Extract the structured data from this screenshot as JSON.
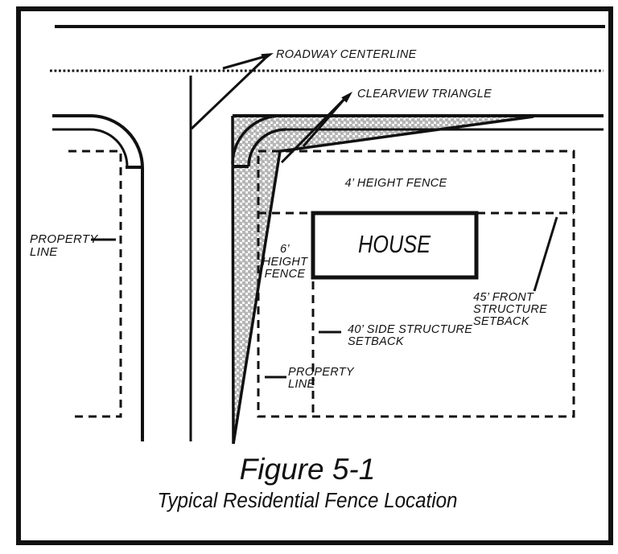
{
  "figure": {
    "title": "Figure 5-1",
    "subtitle": "Typical Residential Fence Location"
  },
  "labels": {
    "roadway_centerline": "ROADWAY CENTERLINE",
    "clearview_triangle": "CLEARVIEW TRIANGLE",
    "fence_4ft": "4’ HEIGHT FENCE",
    "house": "HOUSE",
    "fence_6ft": {
      "line1": "6’",
      "line2": "HEIGHT",
      "line3": "FENCE"
    },
    "front_setback": {
      "line1": "45’ FRONT",
      "line2": "STRUCTURE",
      "line3": "SETBACK"
    },
    "side_setback": {
      "line1": "40’ SIDE STRUCTURE",
      "line2": "SETBACK"
    },
    "property_line_left": {
      "line1": "PROPERTY",
      "line2": "LINE"
    },
    "property_line_right": {
      "line1": "PROPERTY",
      "line2": "LINE"
    }
  },
  "colors": {
    "ink": "#111111",
    "hatch_dot": "#b5b5b5",
    "background": "#ffffff"
  }
}
